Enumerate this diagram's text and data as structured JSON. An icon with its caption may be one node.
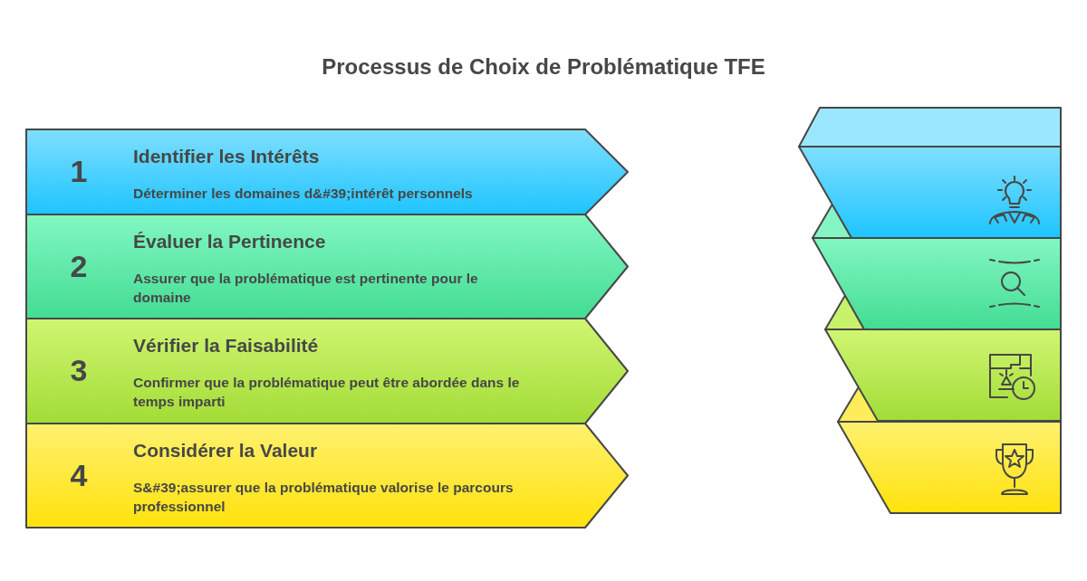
{
  "diagram": {
    "title": "Processus de Choix de Problématique TFE",
    "nodes": [
      {
        "text": [
          "1",
          "Identifier les Intérêts",
          "Déterminer les domaines d&#39;intérêt personnels"
        ]
      },
      {
        "text": [
          "2",
          "Évaluer la Pertinence",
          "Assurer que la problématique est pertinente pour le domaine"
        ]
      },
      {
        "text": [
          "3",
          "Vérifier la Faisabilité",
          "Confirmer que la problématique peut être abordée dans le temps imparti"
        ]
      },
      {
        "text": [
          "4",
          "Considérer la Valeur",
          "S&#39;assurer que la problématique valorise le parcours professionnel"
        ]
      }
    ]
  }
}
